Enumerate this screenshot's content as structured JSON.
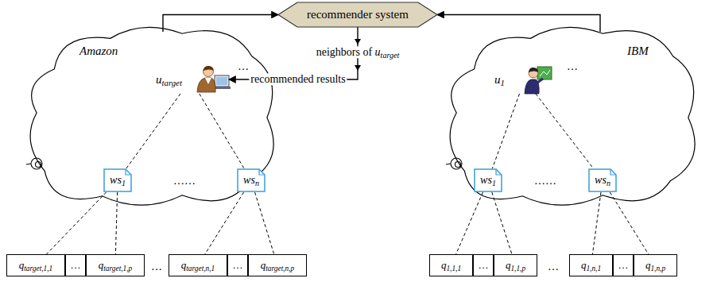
{
  "diagram": {
    "nodes": [
      {
        "text": [
          "recommender system"
        ]
      },
      {
        "text": [
          "Amazon"
        ]
      },
      {
        "text": [
          "utarget"
        ],
        "in": 1
      },
      {
        "text": [
          "ws1"
        ],
        "in": 1
      },
      {
        "text": [
          "wsn"
        ],
        "in": 1
      },
      {
        "text": [
          "IBM"
        ]
      },
      {
        "text": [
          "u1"
        ],
        "in": 5
      },
      {
        "text": [
          "ws1"
        ],
        "in": 5
      },
      {
        "text": [
          "wsn"
        ],
        "in": 5
      },
      {
        "text": [
          "qtarget,1,1"
        ]
      },
      {
        "text": [
          "…"
        ]
      },
      {
        "text": [
          "qtarget,1,p"
        ]
      },
      {
        "text": [
          "qtarget,n,1"
        ]
      },
      {
        "text": [
          "…"
        ]
      },
      {
        "text": [
          "qtarget,n,p"
        ]
      },
      {
        "text": [
          "q1,1,1"
        ]
      },
      {
        "text": [
          "…"
        ]
      },
      {
        "text": [
          "q1,1,p"
        ]
      },
      {
        "text": [
          "q1,n,1"
        ]
      },
      {
        "text": [
          "…"
        ]
      },
      {
        "text": [
          "q1,n,p"
        ]
      }
    ],
    "edges": [
      {
        "from": 1,
        "to": 0,
        "arrow": "to"
      },
      {
        "from": 5,
        "to": 0,
        "arrow": "to"
      },
      {
        "from": 0,
        "to": 2,
        "arrow": "to",
        "label": "recommended results"
      },
      {
        "from": 2,
        "to": 3,
        "arrow": "none"
      },
      {
        "from": 2,
        "to": 4,
        "arrow": "none"
      },
      {
        "from": 3,
        "to": 9,
        "arrow": "none"
      },
      {
        "from": 3,
        "to": 11,
        "arrow": "none"
      },
      {
        "from": 4,
        "to": 12,
        "arrow": "none"
      },
      {
        "from": 4,
        "to": 14,
        "arrow": "none"
      },
      {
        "from": 6,
        "to": 7,
        "arrow": "none"
      },
      {
        "from": 6,
        "to": 8,
        "arrow": "none"
      },
      {
        "from": 7,
        "to": 15,
        "arrow": "none"
      },
      {
        "from": 7,
        "to": 17,
        "arrow": "none"
      },
      {
        "from": 8,
        "to": 18,
        "arrow": "none"
      },
      {
        "from": 8,
        "to": 20,
        "arrow": "none"
      }
    ],
    "labels": [
      "neighbors of utarget",
      "……",
      "……",
      "…",
      "…",
      "…",
      "…"
    ]
  }
}
